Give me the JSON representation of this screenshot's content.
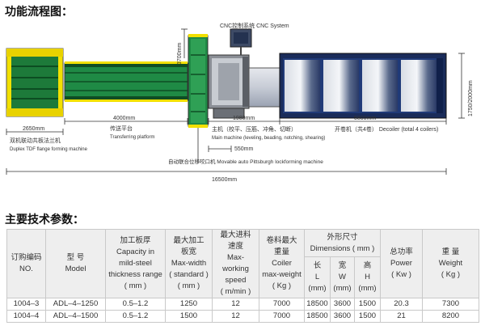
{
  "flow_title": "功能流程图：",
  "spec_title": "主要技术参数：",
  "diagram": {
    "cnc_label": "CNC控制系统  CNC System",
    "dim_3700": "3700mm",
    "dim_1750": "1750/2000mm",
    "dim_2650": "2650mm",
    "dim_4000": "4000mm",
    "dim_1980": "1980mm",
    "dim_5800": "5800mm",
    "dim_550": "550mm",
    "dim_16500": "16500mm",
    "label_tdf_cn": "双机联动共板法兰机",
    "label_tdf_en": "Duplex TDF flange forming machine",
    "label_transfer_cn": "传送平台",
    "label_transfer_en": "Transferring platform",
    "label_main_cn": "主机（校平、压筋、冲角、切断）",
    "label_main_en": "Main machine (leveling, beading, notching, shearing)",
    "label_decoiler": "开卷机（共4卷） Decoiler (total 4 coilers)",
    "label_lockforming": "自动联合位移咬口机   Movable auto Pittsburgh lockforming machine"
  },
  "table": {
    "h_order_cn": "订购编码",
    "h_order_en": "NO.",
    "h_model_cn": "型 号",
    "h_model_en": "Model",
    "h_thick_cn": "加工板厚",
    "h_thick_en1": "Capacity in",
    "h_thick_en2": "mild-steel",
    "h_thick_en3": "thickness range",
    "h_thick_unit": "( mm )",
    "h_width_cn1": "最大加工",
    "h_width_cn2": "板宽",
    "h_width_en1": "Max-width",
    "h_width_en2": "( standard )",
    "h_width_unit": "( mm )",
    "h_speed_cn1": "最大进料",
    "h_speed_cn2": "速度",
    "h_speed_en1": "Max-working",
    "h_speed_en2": "speed",
    "h_speed_unit": "( m/min )",
    "h_weight_cn1": "卷料最大",
    "h_weight_cn2": "重量",
    "h_weight_en1": "Coiler",
    "h_weight_en2": "max-weight",
    "h_weight_unit": "( Kg )",
    "h_dim_cn": "外形尺寸",
    "h_dim_en": "Dimensions ( mm )",
    "h_len_cn": "长",
    "h_len_en": "L",
    "h_len_unit": "(mm)",
    "h_wid_cn": "宽",
    "h_wid_en": "W",
    "h_wid_unit": "(mm)",
    "h_hei_cn": "高",
    "h_hei_en": "H",
    "h_hei_unit": "(mm)",
    "h_power_cn": "总功率",
    "h_power_en": "Power",
    "h_power_unit": "( Kw )",
    "h_mass_cn": "重 量",
    "h_mass_en": "Weight",
    "h_mass_unit": "( Kg )",
    "rows": [
      [
        "1004–3",
        "ADL–4–1250",
        "0.5–1.2",
        "1250",
        "12",
        "7000",
        "18500",
        "3600",
        "1500",
        "20.3",
        "7300"
      ],
      [
        "1004–4",
        "ADL–4–1500",
        "0.5–1.2",
        "1500",
        "12",
        "7000",
        "18500",
        "3600",
        "1500",
        "21",
        "8200"
      ]
    ]
  }
}
